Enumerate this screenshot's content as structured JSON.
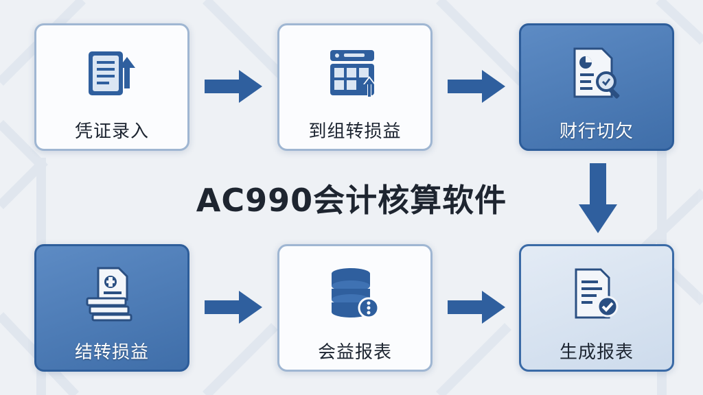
{
  "title": "AC990会计核算软件",
  "steps": [
    {
      "label": "凭证录入",
      "icon": "document-upload-icon"
    },
    {
      "label": "到组转损益",
      "icon": "table-upload-icon"
    },
    {
      "label": "财行切欠",
      "icon": "report-search-icon"
    },
    {
      "label": "结转损益",
      "icon": "money-documents-icon"
    },
    {
      "label": "会益报表",
      "icon": "database-icon"
    },
    {
      "label": "生成报表",
      "icon": "document-check-icon"
    }
  ],
  "colors": {
    "primary": "#3a6aa6",
    "dark": "#2d5d9a",
    "background": "#eef1f5"
  }
}
